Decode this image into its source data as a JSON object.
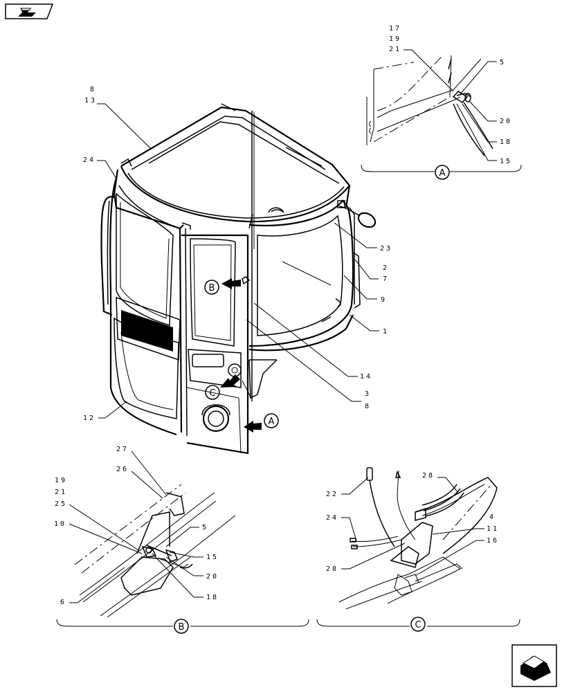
{
  "views": {
    "A": {
      "marker": "A",
      "labels": [
        "17",
        "19",
        "21",
        "5",
        "20",
        "18",
        "15"
      ]
    },
    "B": {
      "marker": "B",
      "labels": [
        "27",
        "26",
        "19",
        "21",
        "25",
        "10",
        "5",
        "15",
        "20",
        "18",
        "6"
      ]
    },
    "C": {
      "marker": "C",
      "labels": [
        "28",
        "22",
        "24",
        "4",
        "11",
        "16",
        "28"
      ]
    }
  },
  "main": {
    "labels": [
      "8",
      "13",
      "24",
      "23",
      "2",
      "7",
      "9",
      "1",
      "14",
      "3",
      "8",
      "12"
    ],
    "arrows": [
      "B",
      "C",
      "A"
    ]
  },
  "nav": {
    "prev_icon": "prev-page-icon",
    "next_icon": "next-page-icon"
  }
}
